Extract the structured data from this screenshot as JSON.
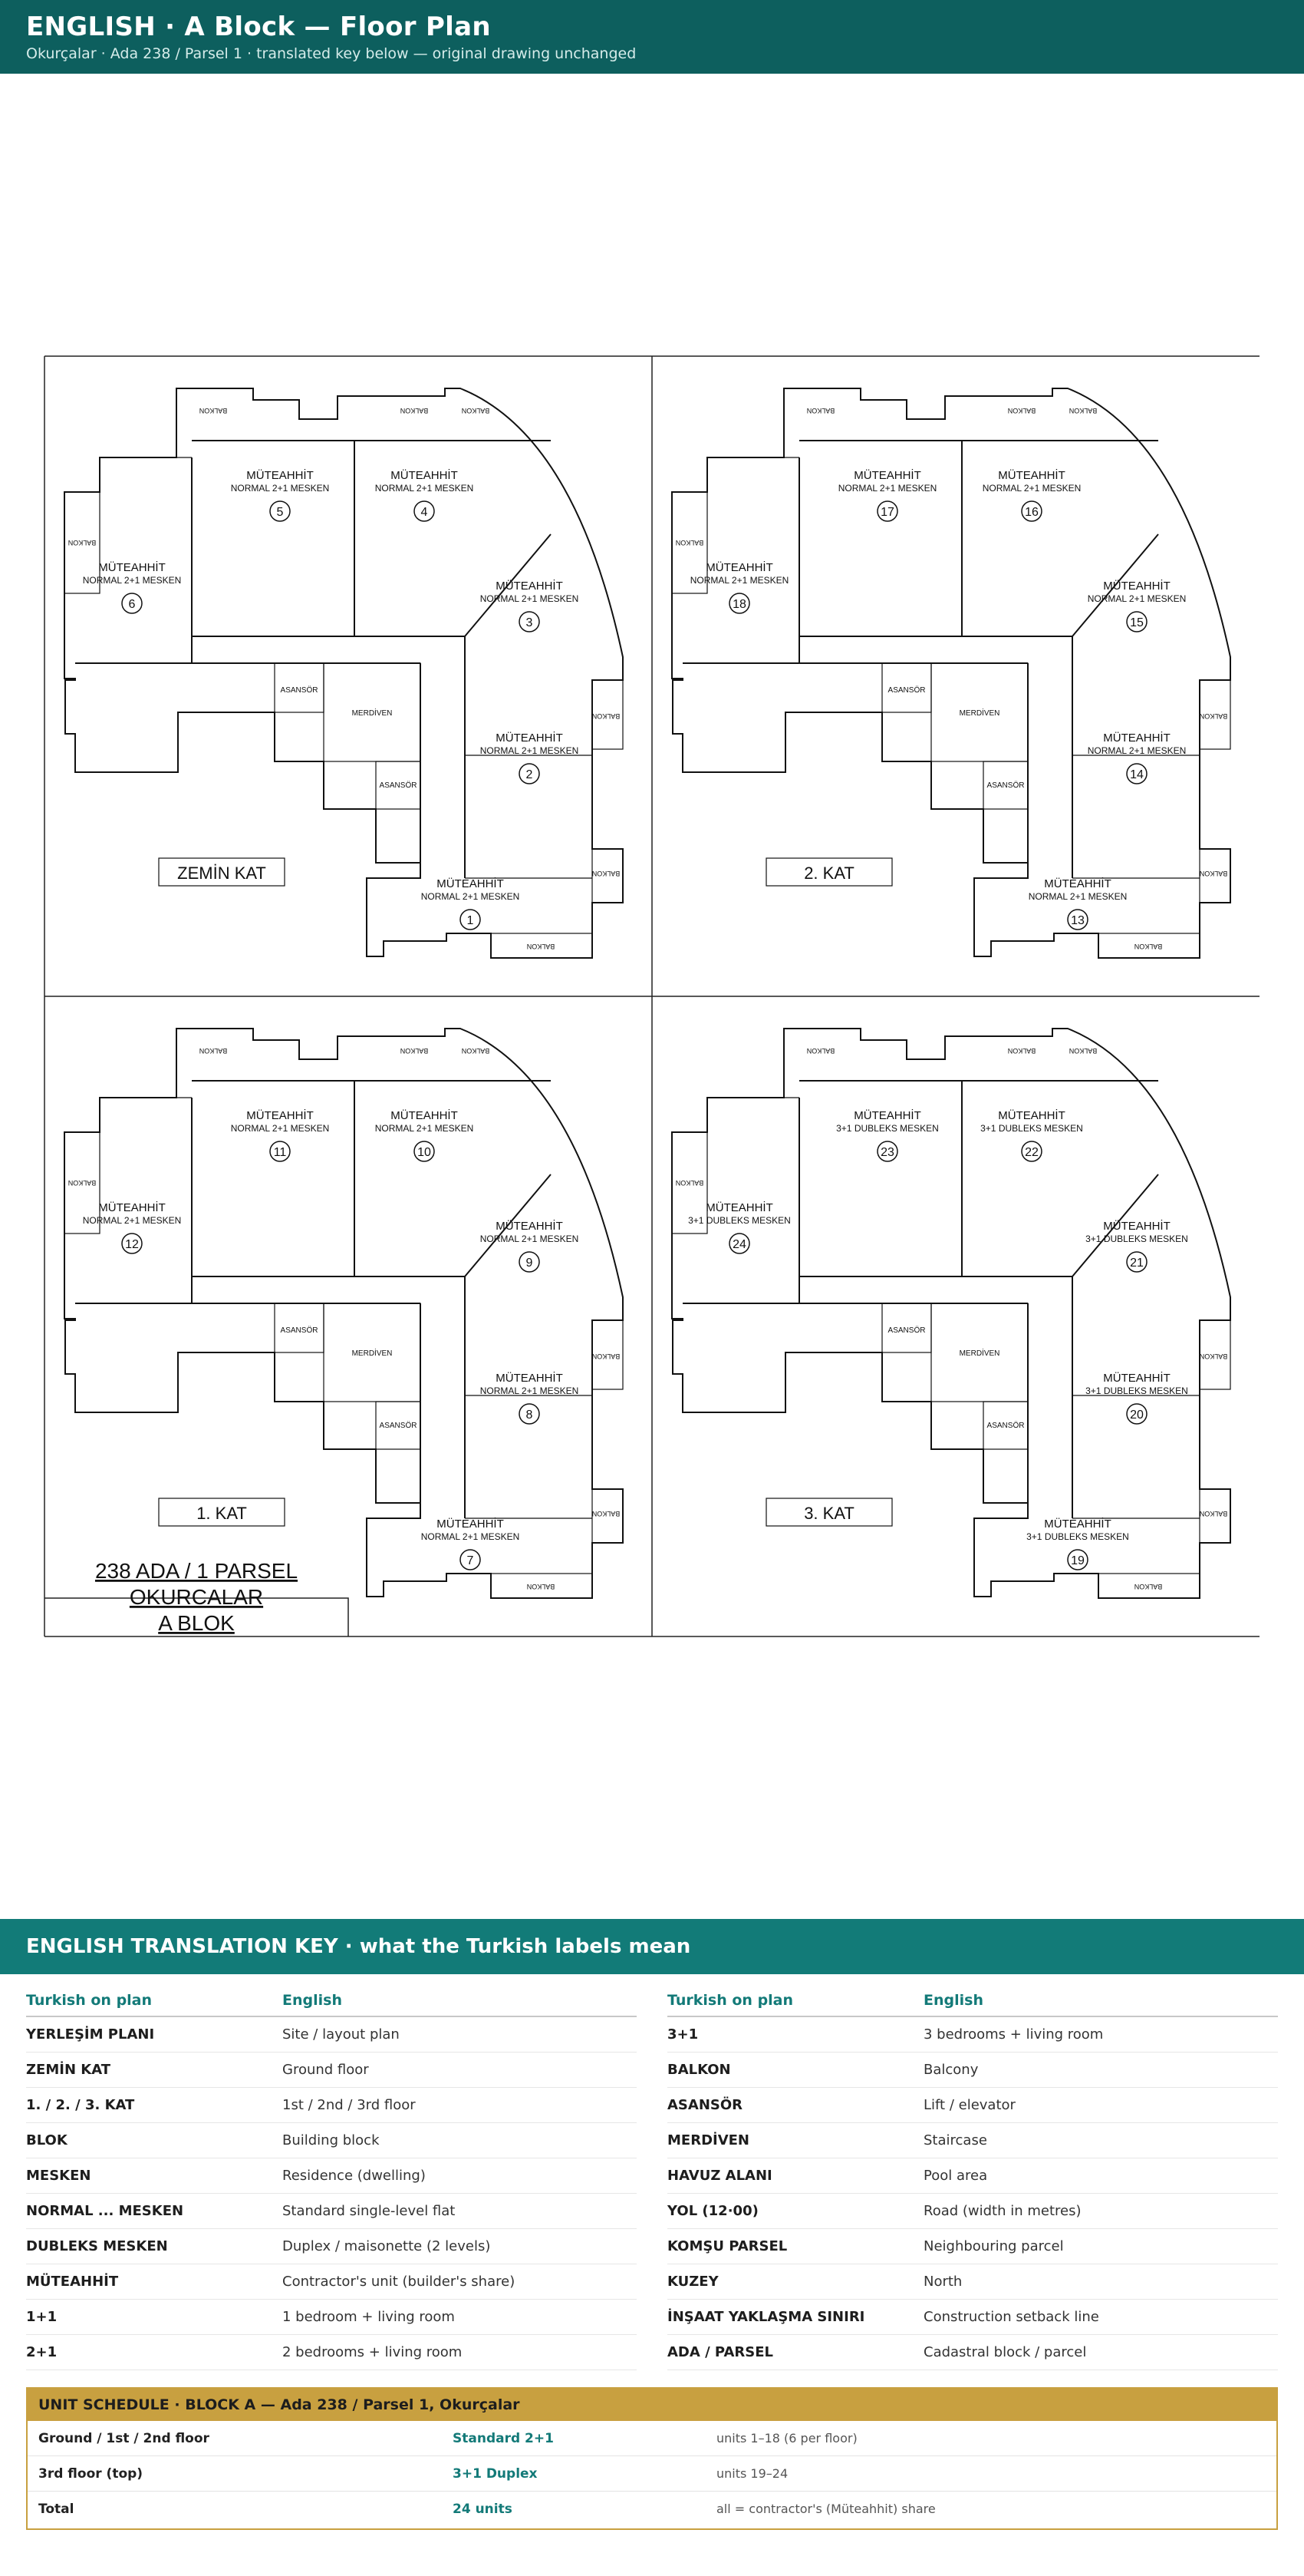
{
  "header": {
    "title": "ENGLISH · A Block — Floor Plan",
    "subtitle": "Okurçalar · Ada 238 / Parsel 1 · translated key below — original drawing unchanged"
  },
  "plan": {
    "unit_owner": "MÜTEAHHİT",
    "balcony": "BALKON",
    "lift": "ASANSÖR",
    "stair": "MERDİVEN",
    "quadrants": [
      {
        "label": "ZEMİN KAT",
        "units": [
          {
            "no": "1",
            "type": "NORMAL 2+1 MESKEN"
          },
          {
            "no": "2",
            "type": "NORMAL 2+1 MESKEN"
          },
          {
            "no": "3",
            "type": "NORMAL 2+1 MESKEN"
          },
          {
            "no": "4",
            "type": "NORMAL 2+1 MESKEN"
          },
          {
            "no": "5",
            "type": "NORMAL 2+1 MESKEN"
          },
          {
            "no": "6",
            "type": "NORMAL 2+1 MESKEN"
          }
        ]
      },
      {
        "label": "2. KAT",
        "units": [
          {
            "no": "13",
            "type": "NORMAL 2+1 MESKEN"
          },
          {
            "no": "14",
            "type": "NORMAL 2+1 MESKEN"
          },
          {
            "no": "15",
            "type": "NORMAL 2+1 MESKEN"
          },
          {
            "no": "16",
            "type": "NORMAL 2+1 MESKEN"
          },
          {
            "no": "17",
            "type": "NORMAL 2+1 MESKEN"
          },
          {
            "no": "18",
            "type": "NORMAL 2+1 MESKEN"
          }
        ]
      },
      {
        "label": "1. KAT",
        "units": [
          {
            "no": "7",
            "type": "NORMAL 2+1 MESKEN"
          },
          {
            "no": "8",
            "type": "NORMAL 2+1 MESKEN"
          },
          {
            "no": "9",
            "type": "NORMAL 2+1 MESKEN"
          },
          {
            "no": "10",
            "type": "NORMAL 2+1 MESKEN"
          },
          {
            "no": "11",
            "type": "NORMAL 2+1 MESKEN"
          },
          {
            "no": "12",
            "type": "NORMAL 2+1 MESKEN"
          }
        ]
      },
      {
        "label": "3. KAT",
        "units": [
          {
            "no": "19",
            "type": "3+1 DUBLEKS MESKEN"
          },
          {
            "no": "20",
            "type": "3+1 DUBLEKS MESKEN"
          },
          {
            "no": "21",
            "type": "3+1 DUBLEKS MESKEN"
          },
          {
            "no": "22",
            "type": "3+1 DUBLEKS MESKEN"
          },
          {
            "no": "23",
            "type": "3+1 DUBLEKS MESKEN"
          },
          {
            "no": "24",
            "type": "3+1 DUBLEKS MESKEN"
          }
        ]
      }
    ],
    "title_block": [
      "238 ADA / 1 PARSEL",
      "OKURCALAR",
      "A  BLOK"
    ]
  },
  "key": {
    "title": "ENGLISH TRANSLATION KEY  ·  what the Turkish labels mean",
    "col_turkish": "Turkish on plan",
    "col_english": "English",
    "left": [
      {
        "tr": "YERLEŞİM PLANI",
        "en": "Site / layout plan"
      },
      {
        "tr": "ZEMİN KAT",
        "en": "Ground floor"
      },
      {
        "tr": "1. / 2. / 3. KAT",
        "en": "1st / 2nd / 3rd floor"
      },
      {
        "tr": "BLOK",
        "en": "Building block"
      },
      {
        "tr": "MESKEN",
        "en": "Residence (dwelling)"
      },
      {
        "tr": "NORMAL ... MESKEN",
        "en": "Standard single-level flat"
      },
      {
        "tr": "DUBLEKS MESKEN",
        "en": "Duplex / maisonette (2 levels)"
      },
      {
        "tr": "MÜTEAHHİT",
        "en": "Contractor's unit (builder's share)"
      },
      {
        "tr": "1+1",
        "en": "1 bedroom + living room"
      },
      {
        "tr": "2+1",
        "en": "2 bedrooms + living room"
      }
    ],
    "right": [
      {
        "tr": "3+1",
        "en": "3 bedrooms + living room"
      },
      {
        "tr": "BALKON",
        "en": "Balcony"
      },
      {
        "tr": "ASANSÖR",
        "en": "Lift / elevator"
      },
      {
        "tr": "MERDİVEN",
        "en": "Staircase"
      },
      {
        "tr": "HAVUZ ALANI",
        "en": "Pool area"
      },
      {
        "tr": "YOL (12·00)",
        "en": "Road (width in metres)"
      },
      {
        "tr": "KOMŞU PARSEL",
        "en": "Neighbouring parcel"
      },
      {
        "tr": "KUZEY",
        "en": "North"
      },
      {
        "tr": "İNŞAAT YAKLAŞMA SINIRI",
        "en": "Construction setback line"
      },
      {
        "tr": "ADA / PARSEL",
        "en": "Cadastral block / parcel"
      }
    ]
  },
  "schedule": {
    "title": "UNIT SCHEDULE  ·  BLOCK A — Ada 238 / Parsel 1, Okurçalar",
    "rows": [
      {
        "floor": "Ground / 1st / 2nd floor",
        "type": "Standard 2+1",
        "note": "units 1–18 (6 per floor)"
      },
      {
        "floor": "3rd floor (top)",
        "type": "3+1 Duplex",
        "note": "units 19–24"
      },
      {
        "floor": "Total",
        "type": "24 units",
        "note": "all = contractor's (Müteahhit) share"
      }
    ]
  }
}
